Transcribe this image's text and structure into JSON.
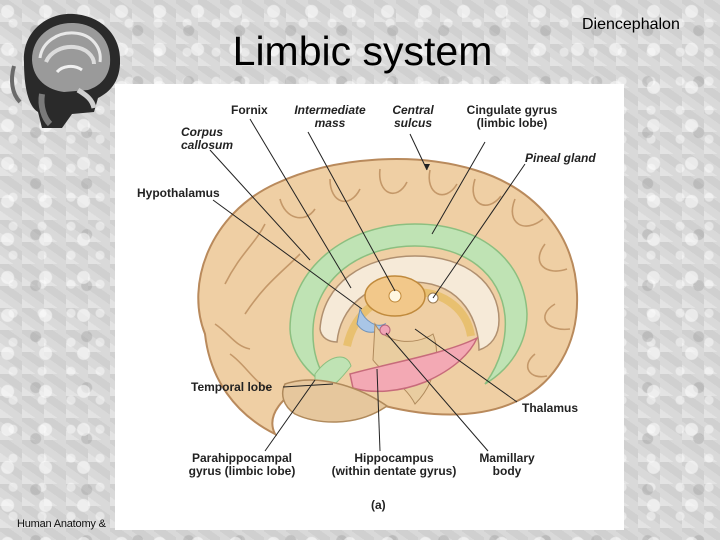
{
  "slide": {
    "title": "Limbic system",
    "corner_title": "Diencephalon",
    "footer": "Human Anatomy &"
  },
  "figure": {
    "labels": {
      "fornix": "Fornix",
      "intermediate_mass": "Intermediate\nmass",
      "central_sulcus": "Central\nsulcus",
      "cingulate_gyrus": "Cingulate gyrus\n(limbic lobe)",
      "corpus_callosum": "Corpus\ncallosum",
      "pineal_gland": "Pineal gland",
      "hypothalamus": "Hypothalamus",
      "temporal_lobe": "Temporal lobe",
      "thalamus": "Thalamus",
      "parahippocampal": "Parahippocampal\ngyrus (limbic lobe)",
      "hippocampus": "Hippocampus\n(within dentate gyrus)",
      "mamillary": "Mamillary\nbody",
      "panel": "(a)"
    }
  }
}
